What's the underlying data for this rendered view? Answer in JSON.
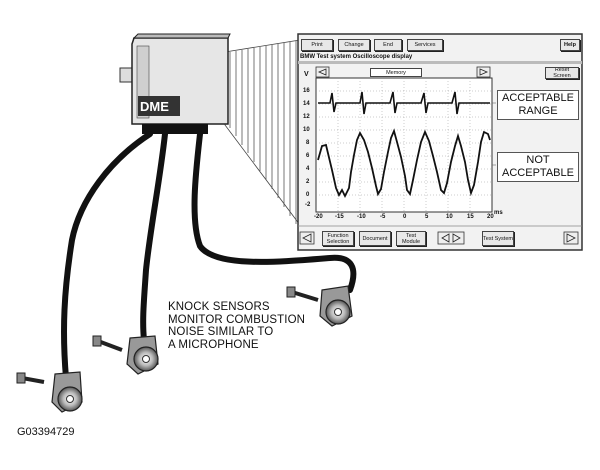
{
  "figure_id": "G03394729",
  "dme_label": "DME",
  "callout": "KNOCK SENSORS\nMONITOR COMBUSTION\nNOISE SIMILAR TO\nA MICROPHONE",
  "tester": {
    "top_buttons": [
      "Print",
      "Change",
      "End",
      "Services"
    ],
    "help_label": "Help",
    "title": "BMW  Test system  Oscilloscope display",
    "memory_label": "Memory",
    "reset_button": "Reset Screen",
    "y_axis_letter": "V",
    "y_ticks": [
      "16",
      "14",
      "12",
      "10",
      "8",
      "6",
      "4",
      "2",
      "0",
      "-2"
    ],
    "x_ticks": [
      "-20",
      "-15",
      "-10",
      "-5",
      "0",
      "5",
      "10",
      "15",
      "20"
    ],
    "x_unit": "ms",
    "bottom_buttons": [
      "Function Selection",
      "Document",
      "Test Module",
      "Test System"
    ],
    "acceptable_text": "ACCEPTABLE\nRANGE",
    "not_acceptable_text": "NOT\nACCEPTABLE"
  },
  "colors": {
    "line": "#111111",
    "screen_bg": "#f2f2f2",
    "button_bg": "#e8e8e8"
  }
}
